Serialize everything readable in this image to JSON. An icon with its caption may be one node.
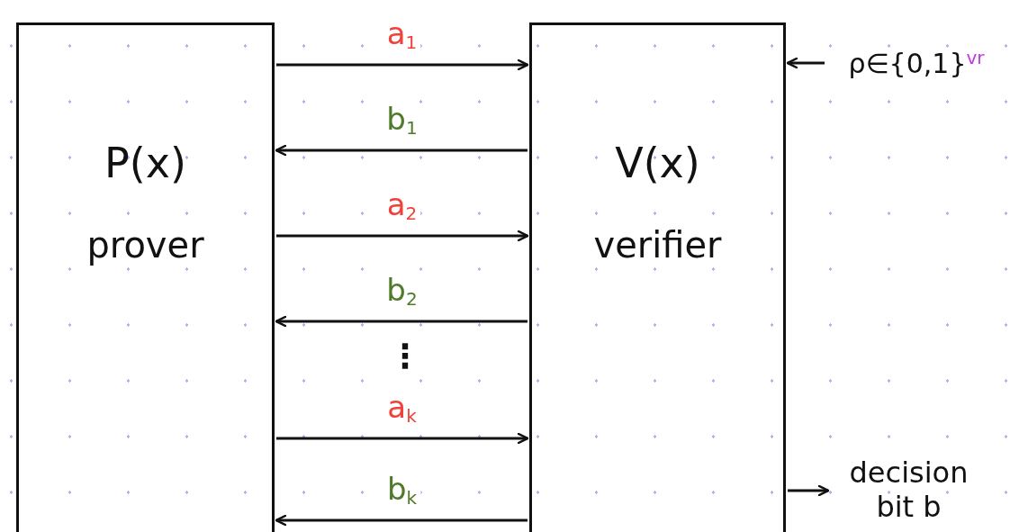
{
  "diagram": {
    "nodes": [
      {
        "text": [
          "P(x)",
          "prover"
        ]
      },
      {
        "text": [
          "V(x)",
          "verifier"
        ]
      },
      {
        "text": [
          "ρ∈{0,1}$^{vr}$"
        ]
      },
      {
        "text": [
          "decision bit b"
        ]
      }
    ],
    "edges": [
      {
        "from": 0,
        "to": 1,
        "arrow": "to",
        "label": "a$_{1}$"
      },
      {
        "from": 1,
        "to": 0,
        "arrow": "to",
        "label": "b$_{1}$"
      },
      {
        "from": 0,
        "to": 1,
        "arrow": "to",
        "label": "a$_{2}$"
      },
      {
        "from": 1,
        "to": 0,
        "arrow": "to",
        "label": "b$_{2}$"
      },
      {
        "from": 0,
        "to": 1,
        "arrow": "to",
        "label": "a$_{k}$"
      },
      {
        "from": 1,
        "to": 0,
        "arrow": "to",
        "label": "b$_{k}$"
      },
      {
        "from": 2,
        "to": 1,
        "arrow": "to"
      },
      {
        "from": 1,
        "to": 3,
        "arrow": "to"
      }
    ],
    "labels": [
      "⋮"
    ]
  }
}
